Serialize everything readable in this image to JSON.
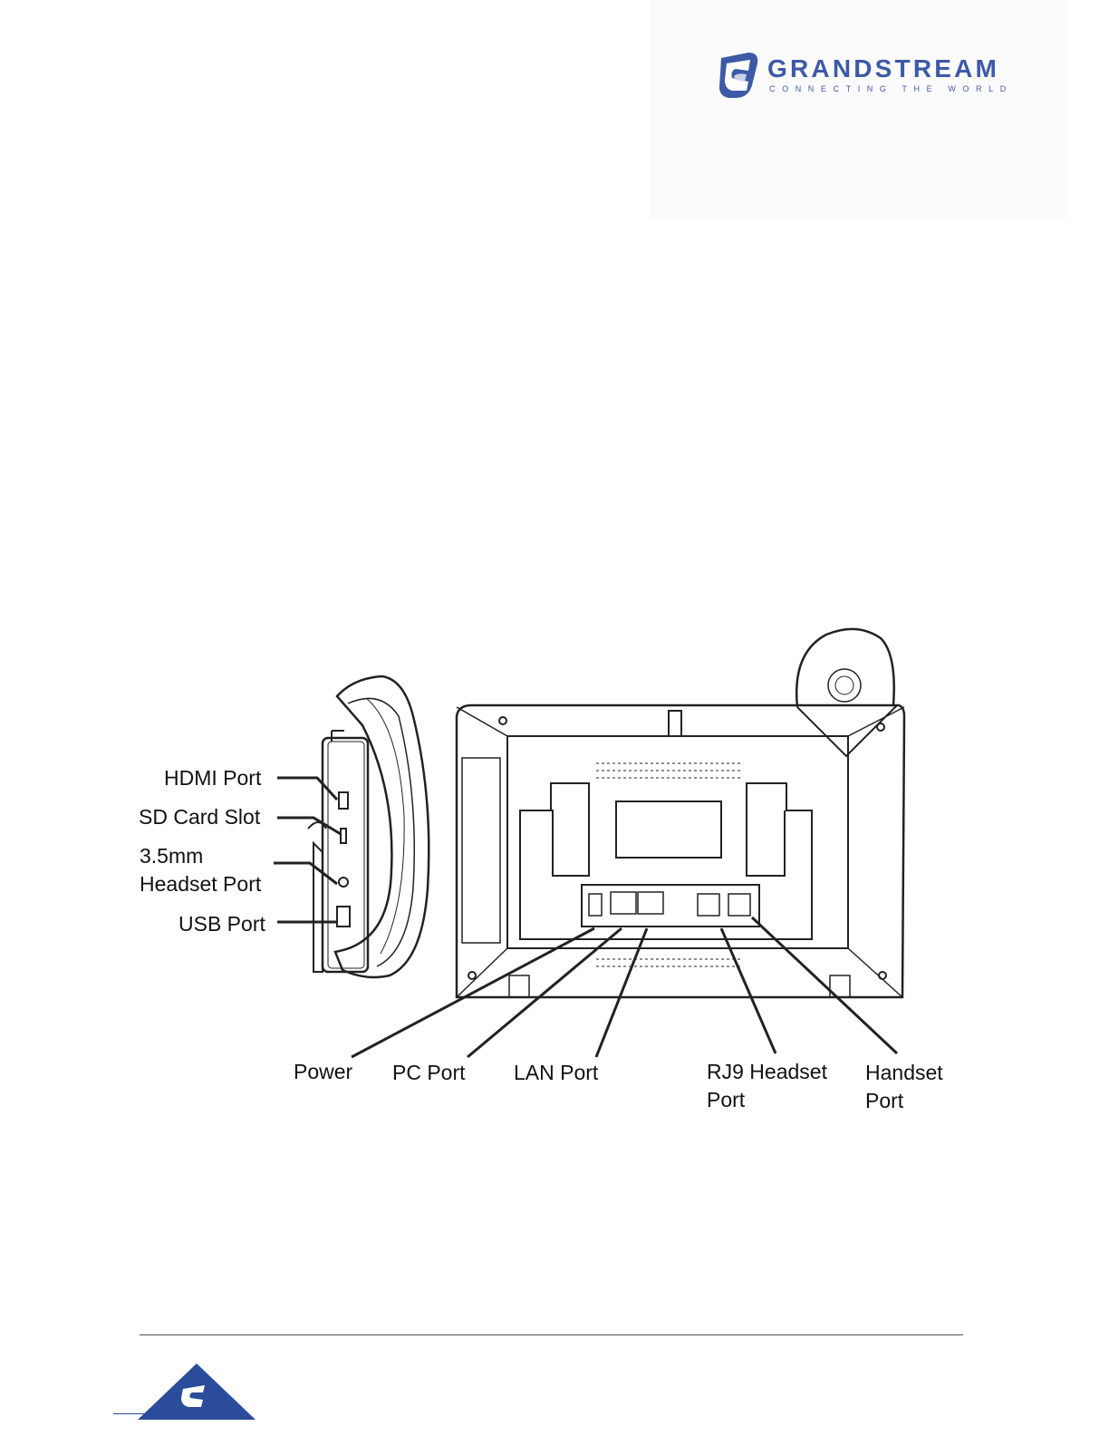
{
  "brand": {
    "name": "GRANDSTREAM",
    "tagline": "CONNECTING THE WORLD",
    "color": "#3d5aa8"
  },
  "diagram": {
    "side_labels": {
      "hdmi": "HDMI Port",
      "sd_card": "SD Card Slot",
      "headset_35_line1": "3.5mm",
      "headset_35_line2": "Headset Port",
      "usb": "USB Port"
    },
    "bottom_labels": {
      "power": "Power",
      "pc": "PC Port",
      "lan": "LAN Port",
      "rj9_line1": "RJ9 Headset",
      "rj9_line2": "Port",
      "handset_line1": "Handset",
      "handset_line2": "Port"
    }
  }
}
